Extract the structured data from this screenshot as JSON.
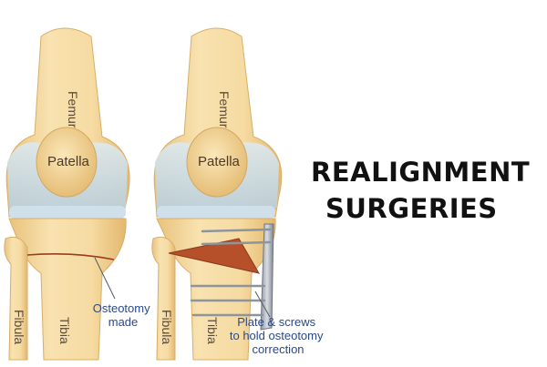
{
  "title": {
    "line1": "REALIGNMENT",
    "line2": "SURGERIES"
  },
  "left_knee": {
    "femur": "Femur",
    "patella": "Patella",
    "fibula": "Fibula",
    "tibia": "Tibia",
    "annotation_lines": [
      "Osteotomy",
      "made"
    ]
  },
  "right_knee": {
    "femur": "Femur",
    "patella": "Patella",
    "fibula": "Fibula",
    "tibia": "Tibia",
    "annotation_lines": [
      "Plate & screws",
      "to hold osteotomy",
      "correction"
    ]
  },
  "colors": {
    "bone": "#f5d9a0",
    "bone_shade": "#e8c47e",
    "cartilage": "#c9dde8",
    "wedge": "#b5502b",
    "annotation_text": "#2a4a8a",
    "title_text": "#111111"
  }
}
